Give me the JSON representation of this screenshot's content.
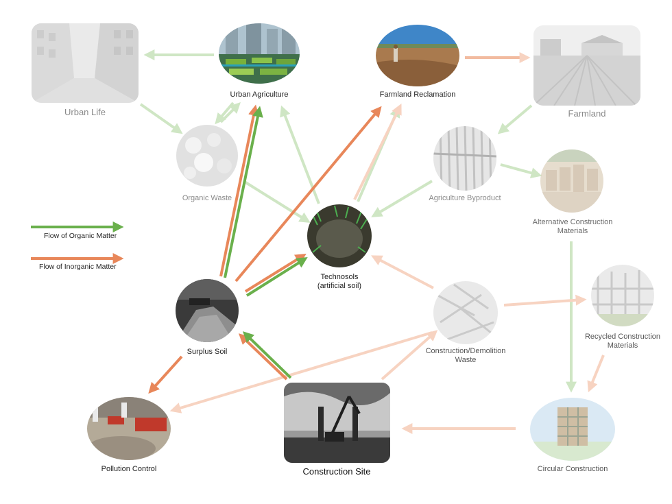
{
  "nodes": {
    "urban_life": {
      "label": "Urban Life"
    },
    "urban_agriculture": {
      "label": "Urban Agriculture"
    },
    "farmland_reclamation": {
      "label": "Farmland Reclamation"
    },
    "farmland": {
      "label": "Farmland"
    },
    "organic_waste": {
      "label": "Organic Waste"
    },
    "technosols": {
      "label_line1": "Technosols",
      "label_line2": "(artificial soil)"
    },
    "agriculture_byproduct": {
      "label": "Agriculture Byproduct"
    },
    "alternative_construction_materials": {
      "label_line1": "Alternative Construction",
      "label_line2": "Materials"
    },
    "recycled_construction_materials": {
      "label_line1": "Recycled Construction",
      "label_line2": "Materials"
    },
    "construction_demolition_waste": {
      "label_line1": "Construction/Demolition",
      "label_line2": "Waste"
    },
    "surplus_soil": {
      "label": "Surplus Soil"
    },
    "pollution_control": {
      "label": "Pollution Control"
    },
    "construction_site": {
      "label": "Construction Site"
    },
    "circular_construction": {
      "label": "Circular Construction"
    }
  },
  "legend": {
    "organic": {
      "label": "Flow of Organic Matter",
      "color": "#6ab04c"
    },
    "inorganic": {
      "label": "Flow of Inorganic Matter",
      "color": "#e8875a"
    }
  },
  "colors": {
    "organic": "#6ab04c",
    "inorganic": "#e8875a",
    "organic_faded": "#cfe6c4",
    "inorganic_faded": "#f7d3c1"
  }
}
